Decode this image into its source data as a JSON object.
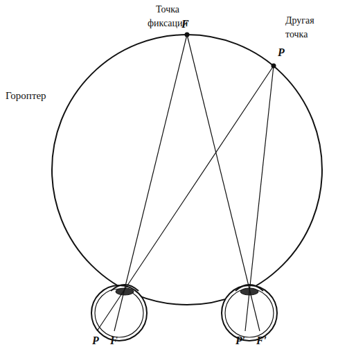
{
  "diagram": {
    "labels": [
      "Точка фиксации",
      "F",
      "Другая точка",
      "P",
      "Гороптер",
      "P",
      "F",
      "P′",
      "F′"
    ]
  }
}
